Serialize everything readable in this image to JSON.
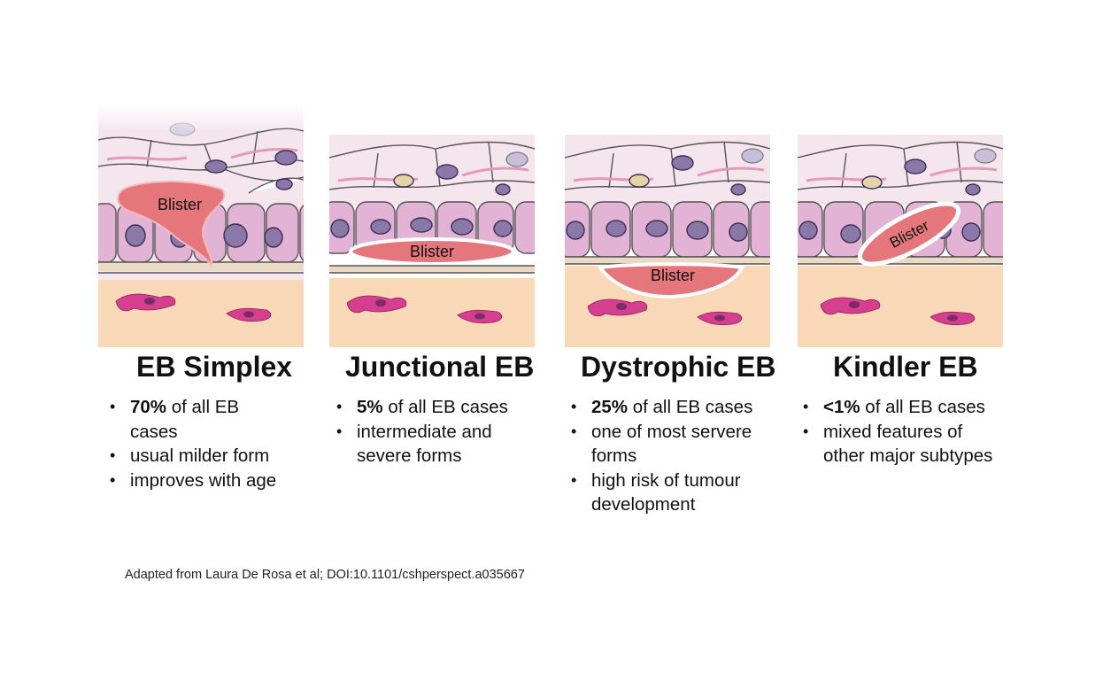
{
  "panels": [
    {
      "id": "simplex",
      "blister_label": "Blister",
      "title": "EB Simplex",
      "bullets": [
        {
          "strong": "70%",
          "text": " of all EB cases"
        },
        {
          "strong": "",
          "text": "usual milder form"
        },
        {
          "strong": "",
          "text": "improves with age"
        }
      ]
    },
    {
      "id": "junctional",
      "blister_label": "Blister",
      "title": "Junctional EB",
      "bullets": [
        {
          "strong": "5%",
          "text": " of all EB cases"
        },
        {
          "strong": "",
          "text": "intermediate and severe forms"
        }
      ]
    },
    {
      "id": "dystrophic",
      "blister_label": "Blister",
      "title": "Dystrophic EB",
      "bullets": [
        {
          "strong": "25%",
          "text": " of all EB cases"
        },
        {
          "strong": "",
          "text": "one of most servere forms"
        },
        {
          "strong": "",
          "text": "high risk of tumour development"
        }
      ]
    },
    {
      "id": "kindler",
      "blister_label": "Blister",
      "title": "Kindler EB",
      "bullets": [
        {
          "strong": "<1%",
          "text": " of all EB cases"
        },
        {
          "strong": "",
          "text": "mixed features of other major subtypes"
        }
      ]
    }
  ],
  "credit": "Adapted from Laura De Rosa et al; DOI:10.1101/cshperspect.a035667",
  "colors": {
    "upper_cells": "#f4e4ec",
    "basal_cells": "#e3b3d5",
    "nucleus": "#8a78a8",
    "dermis": "#f9d8b8",
    "blister": "#e4767c",
    "fibroblast": "#d63f8e"
  }
}
